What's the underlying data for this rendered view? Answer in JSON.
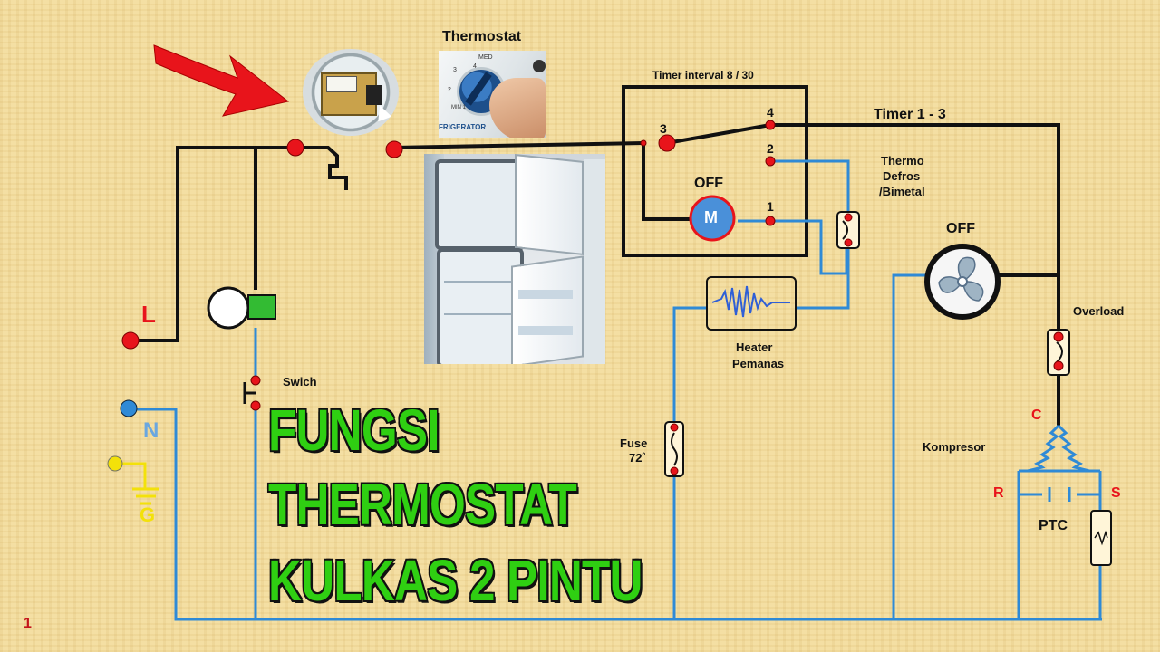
{
  "labels": {
    "thermostat": "Thermostat",
    "timer_interval": "Timer interval 8 / 30",
    "timer_1_3": "Timer 1 - 3",
    "off_timer": "OFF",
    "off_fan": "OFF",
    "motor": "M",
    "pin_3": "3",
    "pin_4": "4",
    "pin_2": "2",
    "pin_1": "1",
    "thermo_1": "Thermo",
    "thermo_2": "Defros",
    "thermo_3": "/Bimetal",
    "overload": "Overload",
    "heater_1": "Heater",
    "heater_2": "Pemanas",
    "switch": "Swich",
    "fuse_1": "Fuse",
    "fuse_2": "72˚",
    "kompresor": "Kompresor",
    "terminal_c": "C",
    "terminal_r": "R",
    "terminal_s": "S",
    "ptc": "PTC",
    "line_l": "L",
    "line_n": "N",
    "line_g": "G",
    "page_number": "1"
  },
  "thermostat_photo": {
    "dial_marks": [
      "MED",
      "4",
      "3",
      "2",
      "MIN 1"
    ],
    "brand_text": "FRIGERATOR"
  },
  "title": {
    "line1": "FUNGSI",
    "line2": "THERMOSTAT",
    "line3": "KULKAS 2 PINTU"
  },
  "colors": {
    "wire_black": "#111111",
    "wire_blue": "#2f8ad6",
    "terminal_red": "#e8141b",
    "title_green": "#2fcf12",
    "arrow_red": "#e8141b",
    "motor_blue": "#4a90d9",
    "ground_yellow": "#f3e10a",
    "switch_green": "#33bb33"
  }
}
